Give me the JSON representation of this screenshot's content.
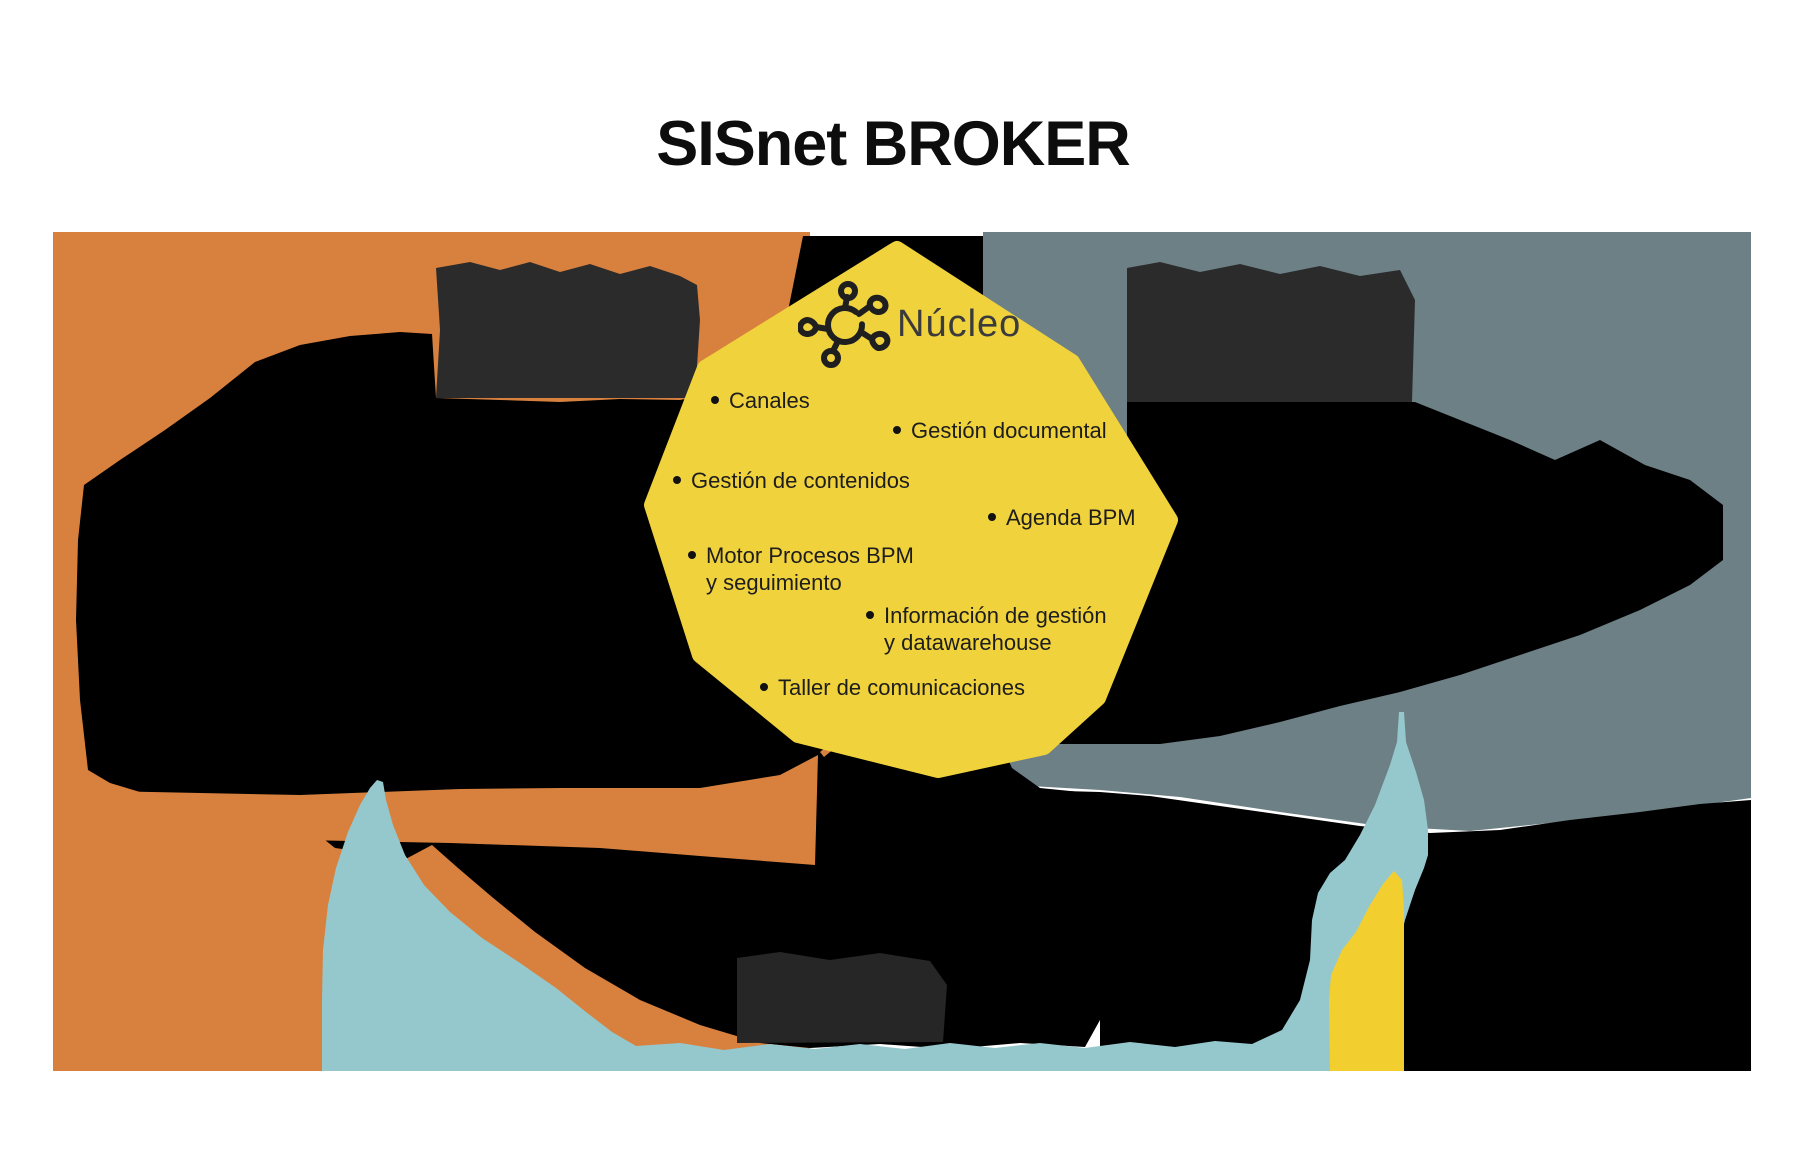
{
  "title": "SISnet BROKER",
  "core": {
    "label": "Núcleo",
    "icon": "hub-icon",
    "items": [
      "Canales",
      "Gestión documental",
      "Gestión de contenidos",
      "Agenda BPM",
      "Motor Procesos BPM\ny seguimiento",
      "Información de gestión\ny datawarehouse",
      "Taller de comunicaciones"
    ]
  },
  "colors": {
    "background": "#ffffff",
    "orange_panel": "#d8813f",
    "slate_panel": "#6d8086",
    "blue_region": "#95c8cd",
    "yellow_octagon": "#f0d23c",
    "yellow_strip": "#f2cf2e",
    "redaction_black": "#000000",
    "text_blob_charcoal": "#2b2b2b",
    "title_text": "#0d0d0d",
    "item_text": "#1d1d1d"
  }
}
